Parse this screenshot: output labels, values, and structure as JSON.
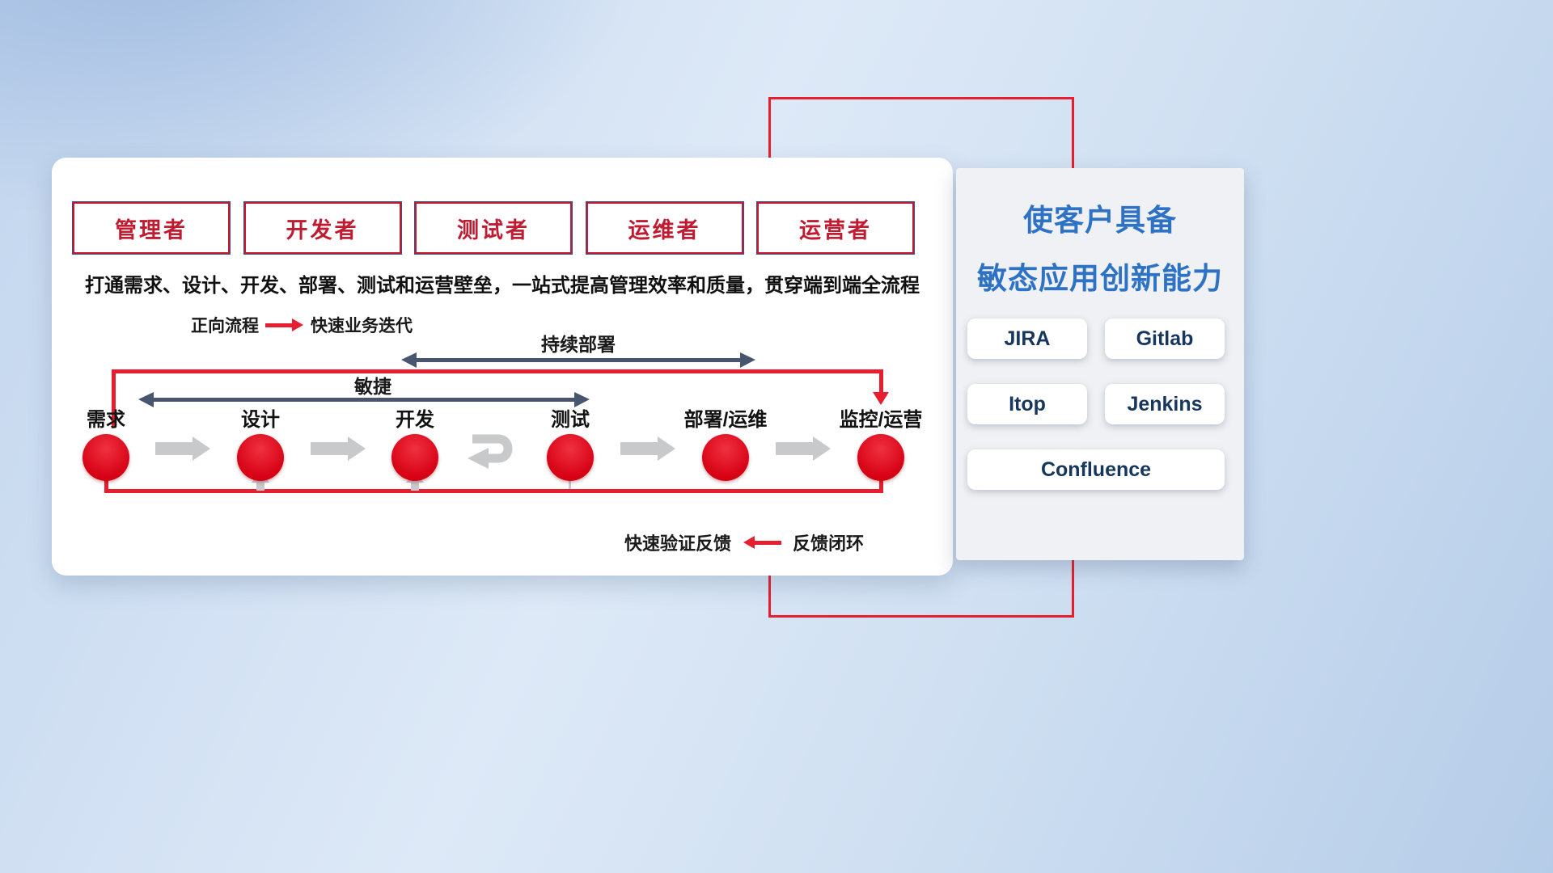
{
  "card": {
    "roles": [
      {
        "label": "管理者"
      },
      {
        "label": "开发者"
      },
      {
        "label": "测试者"
      },
      {
        "label": "运维者"
      },
      {
        "label": "运营者"
      }
    ],
    "description": "打通需求、设计、开发、部署、测试和运营壁垒，一站式提高管理效率和质量，贯穿端到端全流程",
    "forward_legend": {
      "label": "正向流程",
      "value": "快速业务迭代"
    },
    "flow": {
      "cd_label": "持续部署",
      "agile_label": "敏捷",
      "nodes": [
        "需求",
        "设计",
        "开发",
        "测试",
        "部署/运维",
        "监控/运营"
      ]
    },
    "feedback_legend": {
      "label": "快速验证反馈",
      "value": "反馈闭环"
    }
  },
  "panel": {
    "title_line1": "使客户具备",
    "title_line2": "敏态应用创新能力",
    "tools": [
      "JIRA",
      "Gitlab",
      "Itop",
      "Jenkins",
      "Confluence"
    ]
  },
  "colors": {
    "accent_red": "#e61e2e",
    "node_red": "#d60014",
    "navy": "#47566e",
    "gray_arrow": "#c7c9cb",
    "role_red": "#c01b31",
    "role_border": "#3a4d8f",
    "title_blue": "#2d72c4",
    "tool_navy": "#17365d"
  }
}
